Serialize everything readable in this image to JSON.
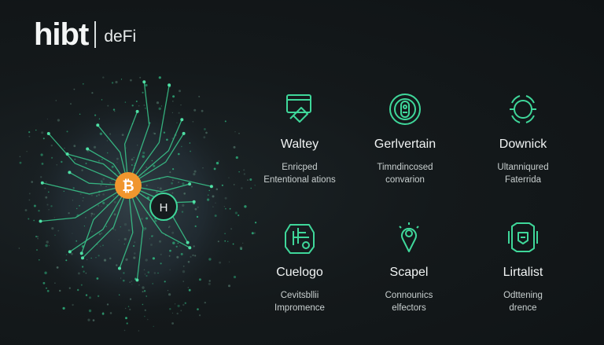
{
  "brand": {
    "name": "hibt",
    "sub": "deFi"
  },
  "hub": {
    "coin_symbol": "₿",
    "node_label": "H"
  },
  "features": [
    {
      "icon": "wallet-card-icon",
      "title": "Waltey",
      "desc": [
        "Enricped",
        "Ententional ations"
      ]
    },
    {
      "icon": "shield-check-icon",
      "title": "Gerlvertain",
      "desc": [
        "Timndincosed",
        "convarion"
      ]
    },
    {
      "icon": "target-cycle-icon",
      "title": "Downick",
      "desc": [
        "Ultanniqured",
        "Faterrida"
      ]
    },
    {
      "icon": "cube-network-icon",
      "title": "Cuelogo",
      "desc": [
        "Cevitsbllii",
        "Impromence"
      ]
    },
    {
      "icon": "location-pin-icon",
      "title": "Scapel",
      "desc": [
        "Connounics",
        "elfectors"
      ]
    },
    {
      "icon": "secure-chip-icon",
      "title": "Lirtalist",
      "desc": [
        "Odttening",
        "drence"
      ]
    }
  ],
  "colors": {
    "accent": "#3fd79a",
    "coin": "#f0962e",
    "background": "#14191b"
  }
}
